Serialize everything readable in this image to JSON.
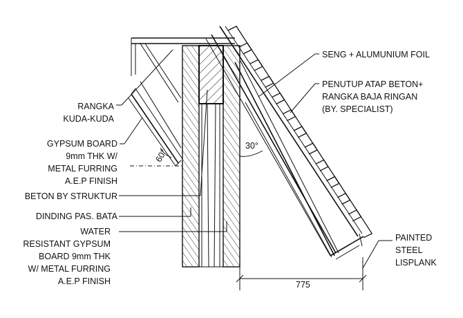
{
  "labels_left": {
    "rangka_1": "RANGKA",
    "rangka_2": "KUDA-KUDA",
    "gypsum_1": "GYPSUM BOARD",
    "gypsum_2": "9mm THK W/",
    "gypsum_3": "METAL FURRING",
    "gypsum_4": "A.E.P FINISH",
    "beton": "BETON BY STRUKTUR",
    "dinding": "DINDING PAS. BATA",
    "water_1": "WATER",
    "water_2": "RESISTANT GYPSUM",
    "water_3": "BOARD 9mm THK",
    "water_4": "W/ METAL FURRING",
    "water_5": "A.E.P FINISH"
  },
  "labels_right": {
    "seng": "SENG + ALUMUNIUM FOIL",
    "penutup_1": "PENUTUP ATAP BETON+",
    "penutup_2": "RANGKA BAJA RINGAN",
    "penutup_3": "(BY. SPECIALIST)",
    "lisplank_1": "PAINTED",
    "lisplank_2": "STEEL",
    "lisplank_3": "LISPLANK"
  },
  "annotations": {
    "angle_left": "60°",
    "angle_right": "30°",
    "dimension": "775"
  }
}
